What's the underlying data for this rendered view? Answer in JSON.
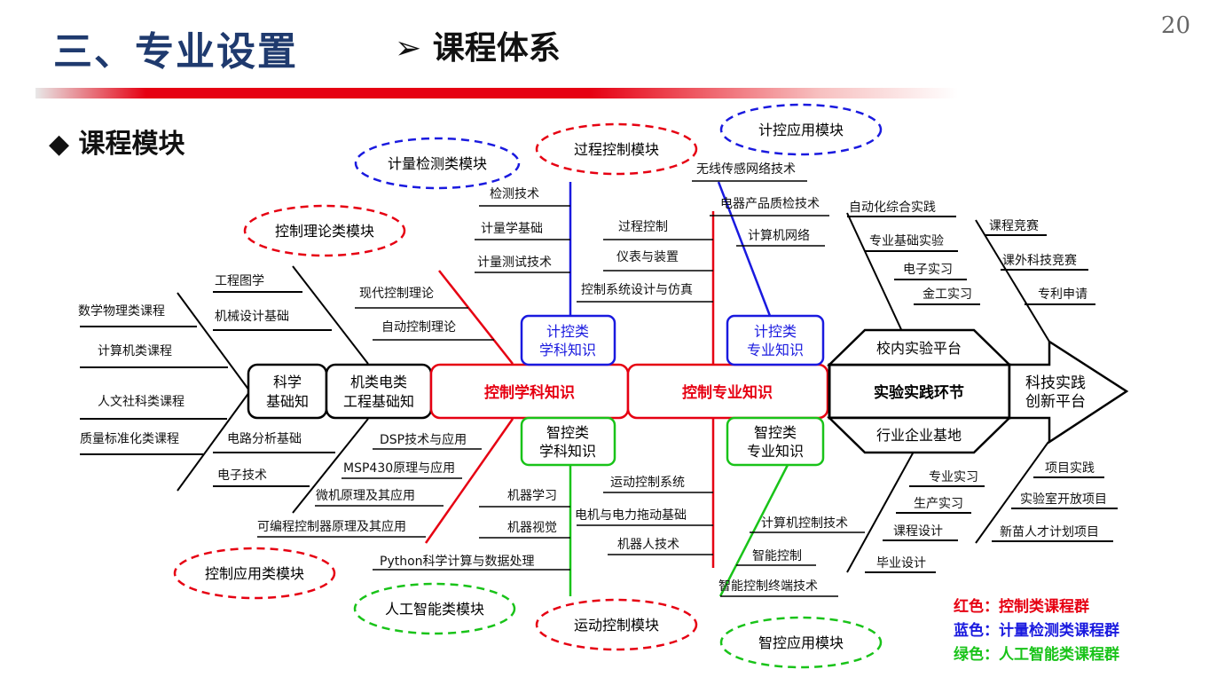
{
  "header": {
    "title": "三、专业设置",
    "subtitle_prefix": "➢",
    "subtitle": "课程体系",
    "page_number": "20"
  },
  "section": {
    "marker": "◆",
    "title": "课程模块"
  },
  "colors": {
    "red": "#e60012",
    "blue": "#1a1adf",
    "green": "#19c319",
    "navy": "#1f3a6e"
  },
  "modules": {
    "control_theory": "控制理论类模块",
    "measurement": "计量检测类模块",
    "process_control": "过程控制模块",
    "control_application": "计控应用模块",
    "control_app_class": "控制应用类模块",
    "ai": "人工智能类模块",
    "motion_control": "运动控制模块",
    "smart_app": "智控应用模块"
  },
  "boxes": {
    "science": [
      "科学",
      "基础知"
    ],
    "mech_elec": [
      "机类电类",
      "工程基础知"
    ],
    "ctrl_subject": "控制学科知识",
    "ctrl_major": "控制专业知识",
    "jk_subject": [
      "计控类",
      "学科知识"
    ],
    "jk_major": [
      "计控类",
      "专业知识"
    ],
    "zk_subject": [
      "智控类",
      "学科知识"
    ],
    "zk_major": [
      "智控类",
      "专业知识"
    ],
    "campus_lab": "校内实验平台",
    "practice": "实验实践环节",
    "industry": "行业企业基地",
    "innovation": [
      "科技实践",
      "创新平台"
    ]
  },
  "labels": {
    "science_upper": [
      "数学物理类课程",
      "计算机类课程"
    ],
    "science_lower": [
      "人文社科类课程",
      "质量标准化类课程"
    ],
    "mech_upper": [
      "工程图学",
      "机械设计基础"
    ],
    "mech_lower": [
      "电路分析基础",
      "电子技术"
    ],
    "theory": [
      "现代控制理论",
      "自动控制理论"
    ],
    "measure": [
      "检测技术",
      "计量学基础",
      "计量测试技术"
    ],
    "process": [
      "过程控制",
      "仪表与装置",
      "控制系统设计与仿真"
    ],
    "jk_app": [
      "无线传感网络技术",
      "电器产品质检技术",
      "计算机网络"
    ],
    "ctrl_app_class": [
      "DSP技术与应用",
      "MSP430原理与应用",
      "微机原理及其应用",
      "可编程控制器原理及其应用"
    ],
    "ai": [
      "机器学习",
      "机器视觉",
      "Python科学计算与数据处理"
    ],
    "motion": [
      "运动控制系统",
      "电机与电力拖动基础",
      "机器人技术"
    ],
    "smart": [
      "计算机控制技术",
      "智能控制",
      "智能控制终端技术"
    ],
    "campus": [
      "自动化综合实践",
      "专业基础实验",
      "电子实习",
      "金工实习"
    ],
    "innov_upper": [
      "课程竞赛",
      "课外科技竞赛",
      "专利申请"
    ],
    "industry_list": [
      "专业实习",
      "生产实习",
      "课程设计",
      "毕业设计"
    ],
    "innov_lower": [
      "项目实践",
      "实验室开放项目",
      "新苗人才计划项目"
    ]
  },
  "legend": [
    {
      "text": "红色：控制类课程群",
      "color": "#e60012"
    },
    {
      "text": "蓝色：计量检测类课程群",
      "color": "#1a1adf"
    },
    {
      "text": "绿色：人工智能类课程群",
      "color": "#19c319"
    }
  ]
}
